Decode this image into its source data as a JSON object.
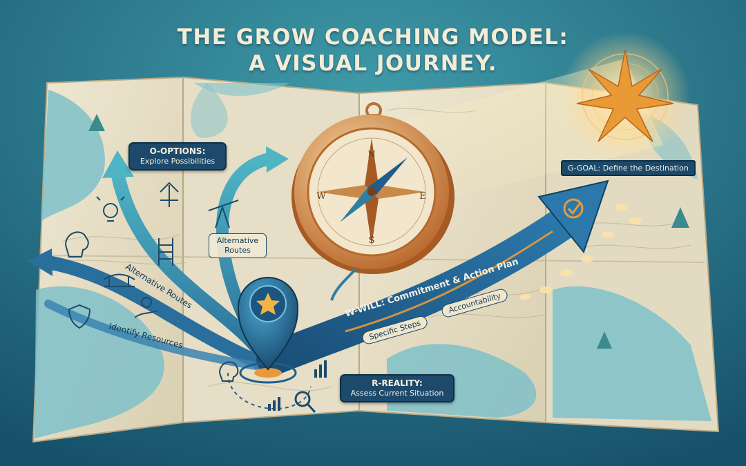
{
  "title": {
    "line1": "THE GROW COACHING MODEL:",
    "line2": "A VISUAL JOURNEY."
  },
  "stages": {
    "goal": {
      "label": "G-GOAL: Define the Destination"
    },
    "reality": {
      "title": "R-REALITY:",
      "subtitle": "Assess Current Situation"
    },
    "options": {
      "title": "O-OPTIONS:",
      "subtitle": "Explore Possibilities"
    },
    "will": {
      "label": "W-WILL: Commitment & Action Plan"
    }
  },
  "labels": {
    "alternative_routes_box": "Alternative Routes",
    "alternative_routes_path": "Alternative Routes",
    "identify_resources": "Identify Resources",
    "specific_steps": "Specific Steps",
    "accountability": "Accountability"
  },
  "compass": {
    "north": "N",
    "south": "S",
    "west": "W",
    "east": "E"
  },
  "icons": [
    "lightbulb-icon",
    "head-brain-icon",
    "ladder-icon",
    "bridge-icon",
    "gear-hand-icon",
    "shield-icon",
    "telescope-icon",
    "signpost-icon",
    "bar-chart-icon",
    "magnifier-icon",
    "star-pin-icon",
    "north-star-icon",
    "checkmark-icon"
  ],
  "colors": {
    "background": "#2d7f93",
    "map_paper": "#e9e2cc",
    "water": "#7fc1c9",
    "arrow_blue": "#1f5d8a",
    "accent_gold": "#e89a3a",
    "label_dark": "#1d4a6b"
  }
}
